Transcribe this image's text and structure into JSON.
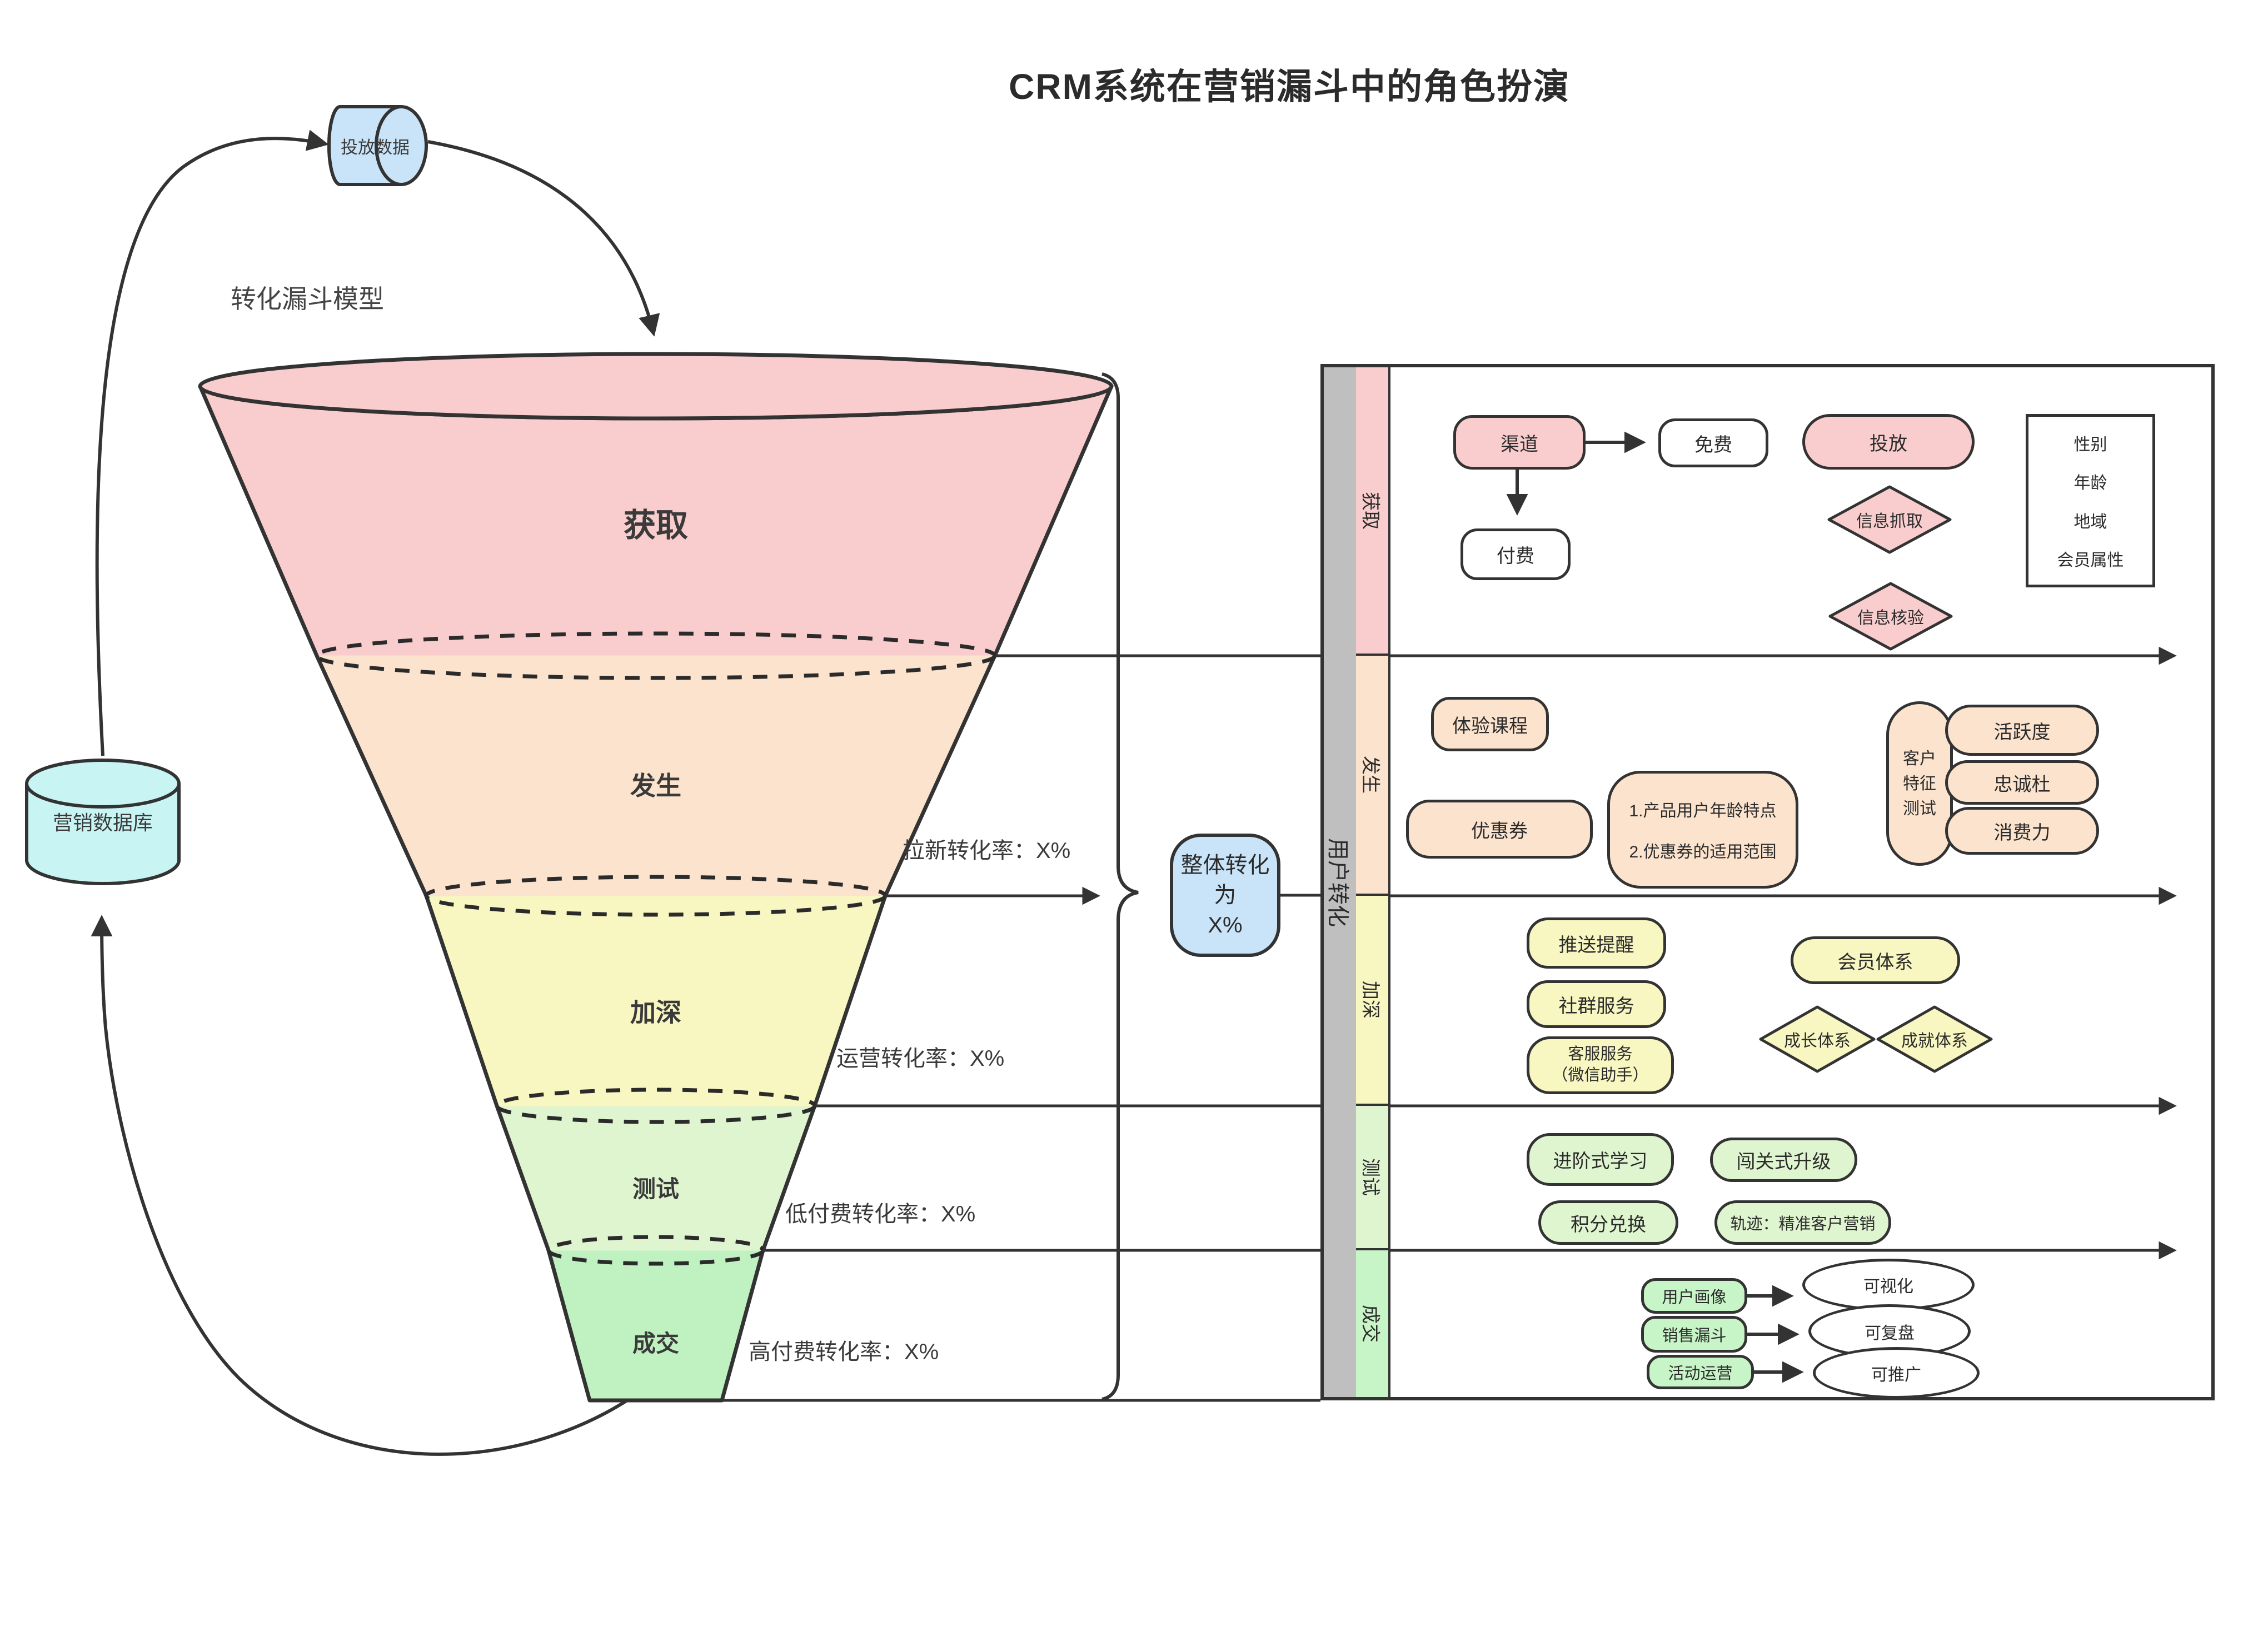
{
  "title": "CRM系统在营销漏斗中的角色扮演",
  "colors": {
    "stage_pink": "#F9CDCD",
    "stage_peach": "#FBE3CD",
    "stage_yellow": "#F8F6C1",
    "stage_ltgreen": "#DFF5D0",
    "stage_green": "#C8F5C8",
    "accent_blue": "#C9E4F9",
    "accent_cyan": "#C8F4F4",
    "lane_gray": "#BFBFBF",
    "line": "#333333"
  },
  "left_flow": {
    "top_cylinder": "投放数据",
    "db_cylinder": "营销数据库",
    "model_label": "转化漏斗模型",
    "overall_box": {
      "line1": "整体转化为",
      "line2": "X%"
    }
  },
  "funnel": {
    "stages": [
      {
        "label": "获取"
      },
      {
        "label": "发生"
      },
      {
        "label": "加深"
      },
      {
        "label": "测试"
      },
      {
        "label": "成交"
      }
    ],
    "rates": [
      "拉新转化率：X%",
      "运营转化率：X%",
      "低付费转化率：X%",
      "高付费转化率：X%"
    ]
  },
  "panel": {
    "bar_label": "用户转化",
    "rows": [
      {
        "label": "获取",
        "nodes": {
          "qudao": "渠道",
          "mianfei": "免费",
          "fufei": "付费",
          "toufang": "投放",
          "zhuaqu": "信息抓取",
          "heyan": "信息核验",
          "attrs": [
            "性别",
            "年龄",
            "地域",
            "会员属性"
          ]
        }
      },
      {
        "label": "发生",
        "nodes": {
          "tiyan": "体验课程",
          "youhuiquan": "优惠券",
          "note1": "1.产品用户年龄特点",
          "note2": "2.优惠券的适用范围",
          "kehu": [
            "客户",
            "特征",
            "测试"
          ],
          "huoyuedu": "活跃度",
          "zhongchengdu": "忠诚杜",
          "xiaofeili": "消费力"
        }
      },
      {
        "label": "加深",
        "nodes": {
          "tuisong": "推送提醒",
          "shequn": "社群服务",
          "kefu1": "客服服务",
          "kefu2": "（微信助手）",
          "huiyuan": "会员体系",
          "chengzhang": "成长体系",
          "chengjiu": "成就体系"
        }
      },
      {
        "label": "测试",
        "nodes": {
          "jinjie": "进阶式学习",
          "chuangguan": "闯关式升级",
          "jifen": "积分兑换",
          "guiji": "轨迹：精准客户营销"
        }
      },
      {
        "label": "成交",
        "nodes": {
          "huaxiang": "用户画像",
          "loudou": "销售漏斗",
          "huodong": "活动运营",
          "keshihua": "可视化",
          "kefupan": "可复盘",
          "ketuiguang": "可推广"
        }
      }
    ]
  }
}
